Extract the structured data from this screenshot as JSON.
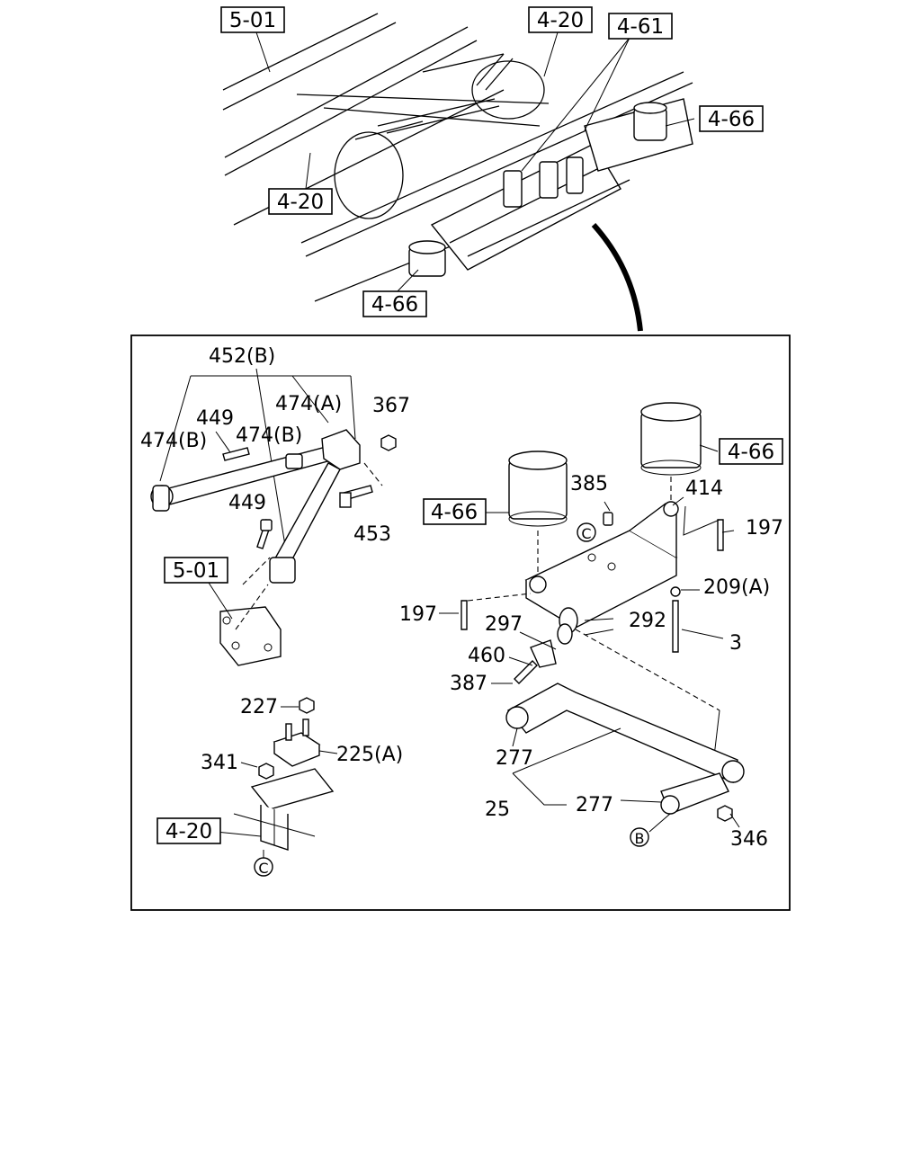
{
  "overview": {
    "refs": [
      "5-01",
      "4-20",
      "4-61",
      "4-66",
      "4-20",
      "4-66"
    ]
  },
  "detail": {
    "labels": {
      "l452": "452(B)",
      "l474a": "474(A)",
      "l367": "367",
      "l449a": "449",
      "l474b1": "474(B)",
      "l474b2": "474(B)",
      "l449b": "449",
      "l453": "453",
      "l385": "385",
      "l414": "414",
      "l197a": "197",
      "l209": "209(A)",
      "l197b": "197",
      "l297": "297",
      "l292": "292",
      "l3": "3",
      "l460": "460",
      "l387": "387",
      "l227": "227",
      "l225": "225(A)",
      "l341": "341",
      "l277a": "277",
      "l25": "25",
      "l277b": "277",
      "l346": "346"
    },
    "refs": {
      "r466a": "4-66",
      "r466b": "4-66",
      "r501": "5-01",
      "r420": "4-20"
    },
    "circles": {
      "c1": "C",
      "c2": "C",
      "b1": "B"
    }
  }
}
